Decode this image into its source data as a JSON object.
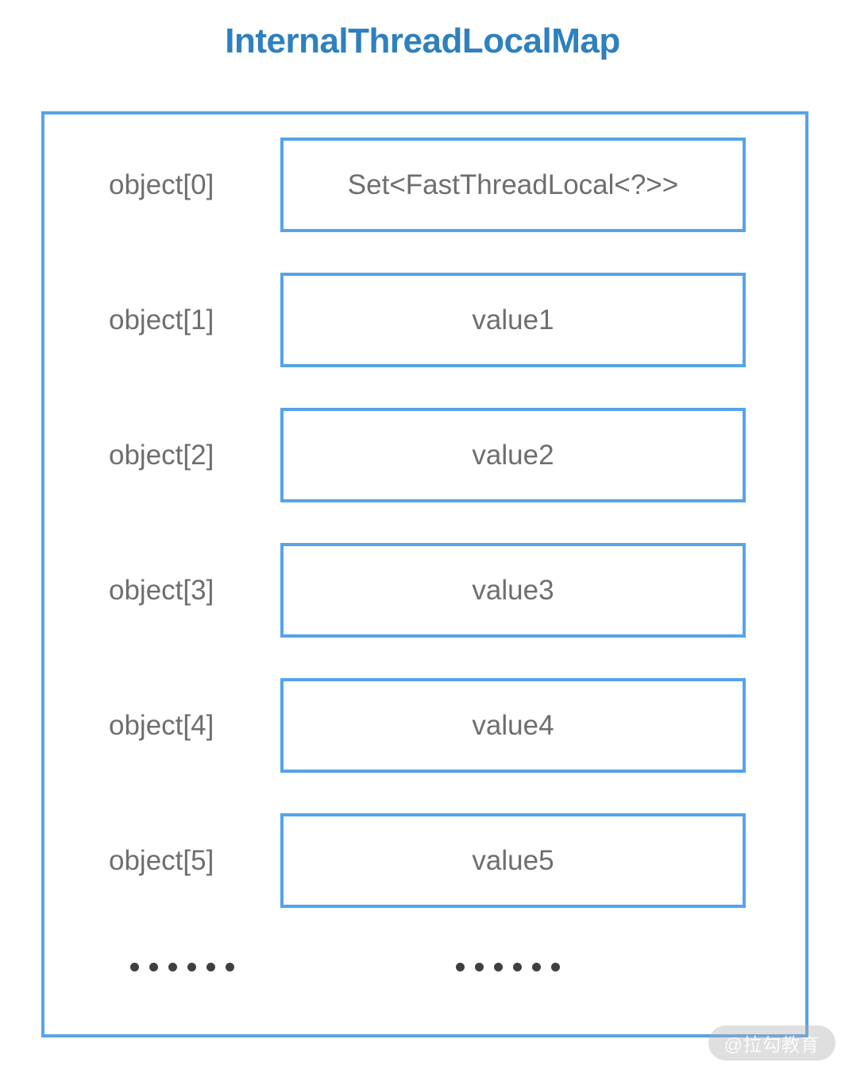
{
  "diagram": {
    "title": "InternalThreadLocalMap",
    "title_color": "#2E80BE",
    "border_color": "#56A3E8",
    "text_color": "#6E6E6E",
    "background_color": "#ffffff",
    "slots": [
      {
        "label": "object[0]",
        "value": "Set<FastThreadLocal<?>>"
      },
      {
        "label": "object[1]",
        "value": "value1"
      },
      {
        "label": "object[2]",
        "value": "value2"
      },
      {
        "label": "object[3]",
        "value": "value3"
      },
      {
        "label": "object[4]",
        "value": "value4"
      },
      {
        "label": "object[5]",
        "value": "value5"
      }
    ],
    "ellipsis": {
      "left": "······",
      "right": "······",
      "dot_count": 6,
      "dot_color": "#3F3F43"
    }
  },
  "watermark": {
    "text": "@拉勾教育"
  }
}
